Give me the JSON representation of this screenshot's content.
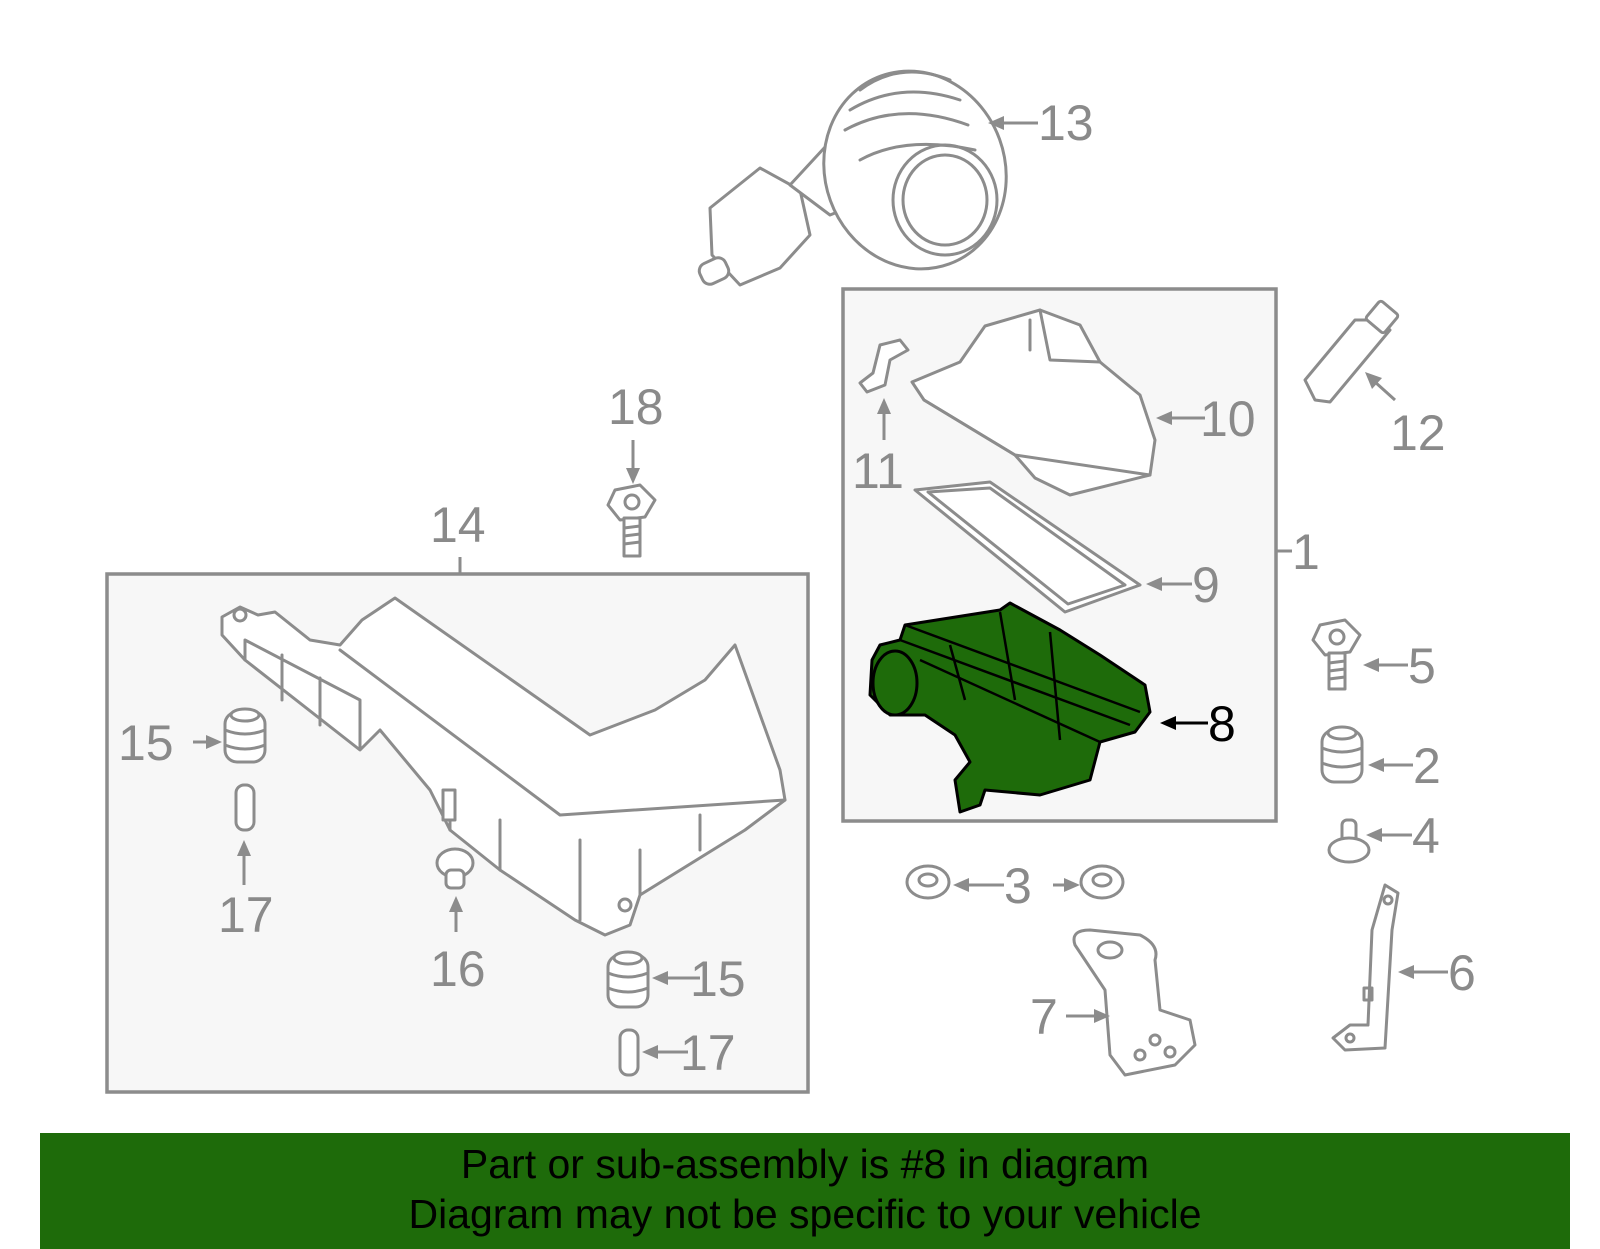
{
  "diagram": {
    "callouts": {
      "c1": "1",
      "c2": "2",
      "c3": "3",
      "c4": "4",
      "c5": "5",
      "c6": "6",
      "c7": "7",
      "c8": "8",
      "c9": "9",
      "c10": "10",
      "c11": "11",
      "c12": "12",
      "c13": "13",
      "c14": "14",
      "c15a": "15",
      "c15b": "15",
      "c16": "16",
      "c17a": "17",
      "c17b": "17",
      "c18": "18"
    },
    "highlighted_part": "8",
    "colors": {
      "highlight": "#1e6b0a",
      "line_art": "#8c8c8c",
      "box_fill": "#f7f7f7"
    }
  },
  "banner": {
    "line1": "Part or sub-assembly is #8 in diagram",
    "line2": "Diagram may not be specific to your vehicle"
  }
}
